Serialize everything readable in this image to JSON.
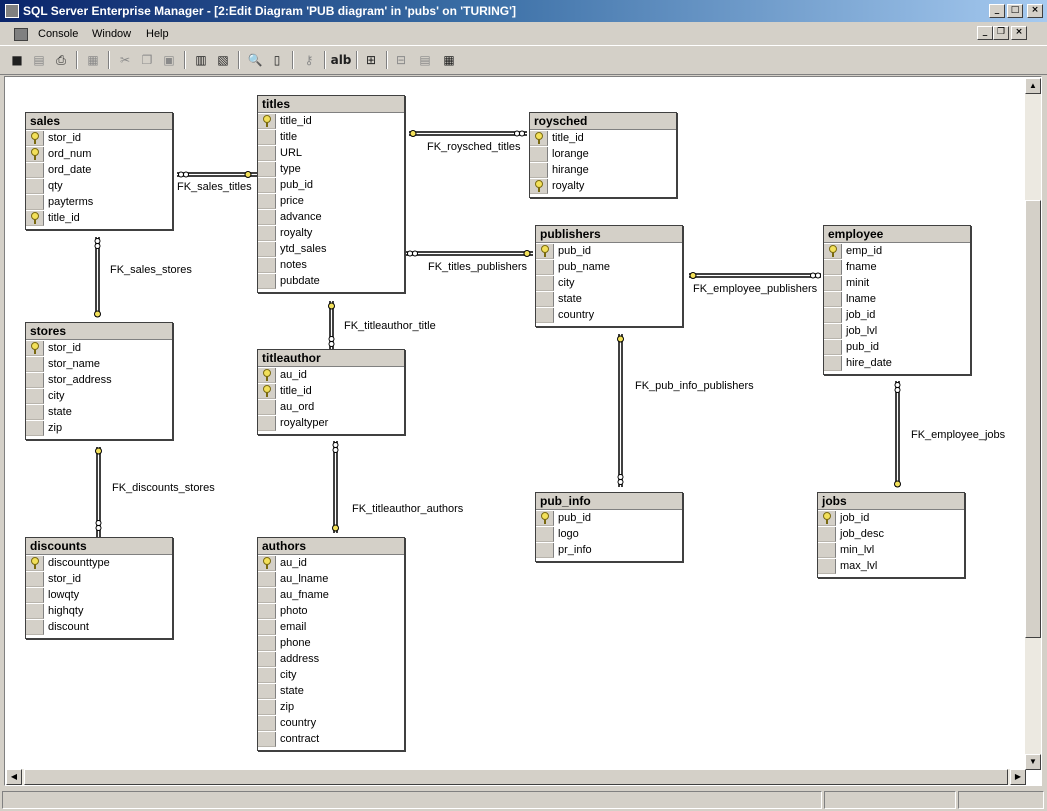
{
  "window": {
    "title": "SQL Server Enterprise Manager - [2:Edit Diagram 'PUB diagram' in 'pubs' on 'TURING']",
    "controls": {
      "minimize": "_",
      "maximize": "□",
      "close": "×",
      "restore": "❐"
    }
  },
  "menu": [
    "Console",
    "Window",
    "Help"
  ],
  "toolbar": {
    "text_button": "alb"
  },
  "tables": {
    "sales": {
      "name": "sales",
      "columns": [
        {
          "name": "stor_id",
          "key": true
        },
        {
          "name": "ord_num",
          "key": true
        },
        {
          "name": "ord_date",
          "key": false
        },
        {
          "name": "qty",
          "key": false
        },
        {
          "name": "payterms",
          "key": false
        },
        {
          "name": "title_id",
          "key": true
        }
      ]
    },
    "titles": {
      "name": "titles",
      "columns": [
        {
          "name": "title_id",
          "key": true
        },
        {
          "name": "title",
          "key": false
        },
        {
          "name": "URL",
          "key": false
        },
        {
          "name": "type",
          "key": false
        },
        {
          "name": "pub_id",
          "key": false
        },
        {
          "name": "price",
          "key": false
        },
        {
          "name": "advance",
          "key": false
        },
        {
          "name": "royalty",
          "key": false
        },
        {
          "name": "ytd_sales",
          "key": false
        },
        {
          "name": "notes",
          "key": false
        },
        {
          "name": "pubdate",
          "key": false
        }
      ]
    },
    "roysched": {
      "name": "roysched",
      "columns": [
        {
          "name": "title_id",
          "key": true
        },
        {
          "name": "lorange",
          "key": false
        },
        {
          "name": "hirange",
          "key": false
        },
        {
          "name": "royalty",
          "key": true
        }
      ]
    },
    "publishers": {
      "name": "publishers",
      "columns": [
        {
          "name": "pub_id",
          "key": true
        },
        {
          "name": "pub_name",
          "key": false
        },
        {
          "name": "city",
          "key": false
        },
        {
          "name": "state",
          "key": false
        },
        {
          "name": "country",
          "key": false
        }
      ]
    },
    "employee": {
      "name": "employee",
      "columns": [
        {
          "name": "emp_id",
          "key": true
        },
        {
          "name": "fname",
          "key": false
        },
        {
          "name": "minit",
          "key": false
        },
        {
          "name": "lname",
          "key": false
        },
        {
          "name": "job_id",
          "key": false
        },
        {
          "name": "job_lvl",
          "key": false
        },
        {
          "name": "pub_id",
          "key": false
        },
        {
          "name": "hire_date",
          "key": false
        }
      ]
    },
    "stores": {
      "name": "stores",
      "columns": [
        {
          "name": "stor_id",
          "key": true
        },
        {
          "name": "stor_name",
          "key": false
        },
        {
          "name": "stor_address",
          "key": false
        },
        {
          "name": "city",
          "key": false
        },
        {
          "name": "state",
          "key": false
        },
        {
          "name": "zip",
          "key": false
        }
      ]
    },
    "titleauthor": {
      "name": "titleauthor",
      "columns": [
        {
          "name": "au_id",
          "key": true
        },
        {
          "name": "title_id",
          "key": true
        },
        {
          "name": "au_ord",
          "key": false
        },
        {
          "name": "royaltyper",
          "key": false
        }
      ]
    },
    "discounts": {
      "name": "discounts",
      "columns": [
        {
          "name": "discounttype",
          "key": true
        },
        {
          "name": "stor_id",
          "key": false
        },
        {
          "name": "lowqty",
          "key": false
        },
        {
          "name": "highqty",
          "key": false
        },
        {
          "name": "discount",
          "key": false
        }
      ]
    },
    "authors": {
      "name": "authors",
      "columns": [
        {
          "name": "au_id",
          "key": true
        },
        {
          "name": "au_lname",
          "key": false
        },
        {
          "name": "au_fname",
          "key": false
        },
        {
          "name": "photo",
          "key": false
        },
        {
          "name": "email",
          "key": false
        },
        {
          "name": "phone",
          "key": false
        },
        {
          "name": "address",
          "key": false
        },
        {
          "name": "city",
          "key": false
        },
        {
          "name": "state",
          "key": false
        },
        {
          "name": "zip",
          "key": false
        },
        {
          "name": "country",
          "key": false
        },
        {
          "name": "contract",
          "key": false
        }
      ]
    },
    "pub_info": {
      "name": "pub_info",
      "columns": [
        {
          "name": "pub_id",
          "key": true
        },
        {
          "name": "logo",
          "key": false
        },
        {
          "name": "pr_info",
          "key": false
        }
      ]
    },
    "jobs": {
      "name": "jobs",
      "columns": [
        {
          "name": "job_id",
          "key": true
        },
        {
          "name": "job_desc",
          "key": false
        },
        {
          "name": "min_lvl",
          "key": false
        },
        {
          "name": "max_lvl",
          "key": false
        }
      ]
    }
  },
  "relationships": {
    "sales_titles": "FK_sales_titles",
    "roysched_titles": "FK_roysched_titles",
    "titles_publishers": "FK_titles_publishers",
    "employee_publishers": "FK_employee_publishers",
    "sales_stores": "FK_sales_stores",
    "titleauthor_title": "FK_titleauthor_title",
    "pub_info_publishers": "FK_pub_info_publishers",
    "employee_jobs": "FK_employee_jobs",
    "discounts_stores": "FK_discounts_stores",
    "titleauthor_authors": "FK_titleauthor_authors"
  },
  "colors": {
    "chrome": "#d4d0c8",
    "title_active": "#0a246a",
    "key_yellow": "#f2e05a"
  }
}
